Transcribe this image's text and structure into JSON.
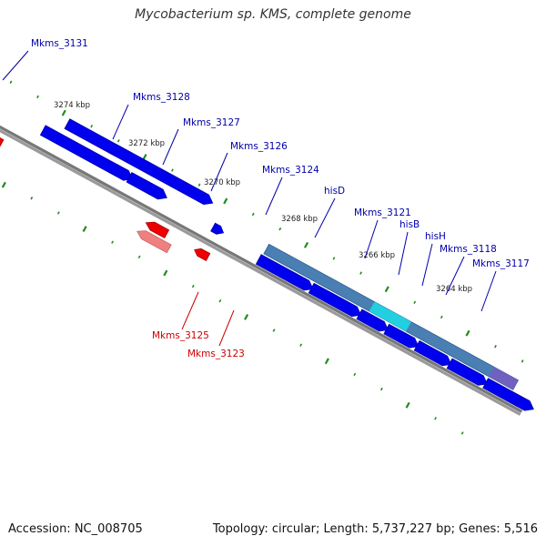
{
  "title": "Mycobacterium sp. KMS, complete genome",
  "footer": {
    "accession": "Accession: NC_008705",
    "info": "Topology: circular; Length: 5,737,227 bp; Genes: 5,516"
  },
  "colors": {
    "forward_cds": "#0000ee",
    "reverse_cds": "#ee0000",
    "reverse_cds_light": "#ee8080",
    "operon_band": "#4a7fb3",
    "highlight_cyan": "#22cfe0",
    "highlight_violet": "#7060c0",
    "backbone": "#8a8a8a",
    "tick": "#228b22",
    "label_forward": "#0000aa",
    "label_reverse": "#cc0000"
  },
  "scale_labels": [
    "3274 kbp",
    "3272 kbp",
    "3270 kbp",
    "3268 kbp",
    "3266 kbp",
    "3264 kbp"
  ],
  "gene_labels": [
    {
      "text": "Mkms_3131",
      "strand": "forward"
    },
    {
      "text": "Mkms_3128",
      "strand": "forward"
    },
    {
      "text": "Mkms_3127",
      "strand": "forward"
    },
    {
      "text": "Mkms_3126",
      "strand": "forward"
    },
    {
      "text": "Mkms_3124",
      "strand": "forward"
    },
    {
      "text": "hisD",
      "strand": "forward"
    },
    {
      "text": "Mkms_3121",
      "strand": "forward"
    },
    {
      "text": "hisB",
      "strand": "forward"
    },
    {
      "text": "hisH",
      "strand": "forward"
    },
    {
      "text": "Mkms_3118",
      "strand": "forward"
    },
    {
      "text": "Mkms_3117",
      "strand": "forward"
    },
    {
      "text": "Mkms_3125",
      "strand": "reverse"
    },
    {
      "text": "Mkms_3123",
      "strand": "reverse"
    }
  ]
}
